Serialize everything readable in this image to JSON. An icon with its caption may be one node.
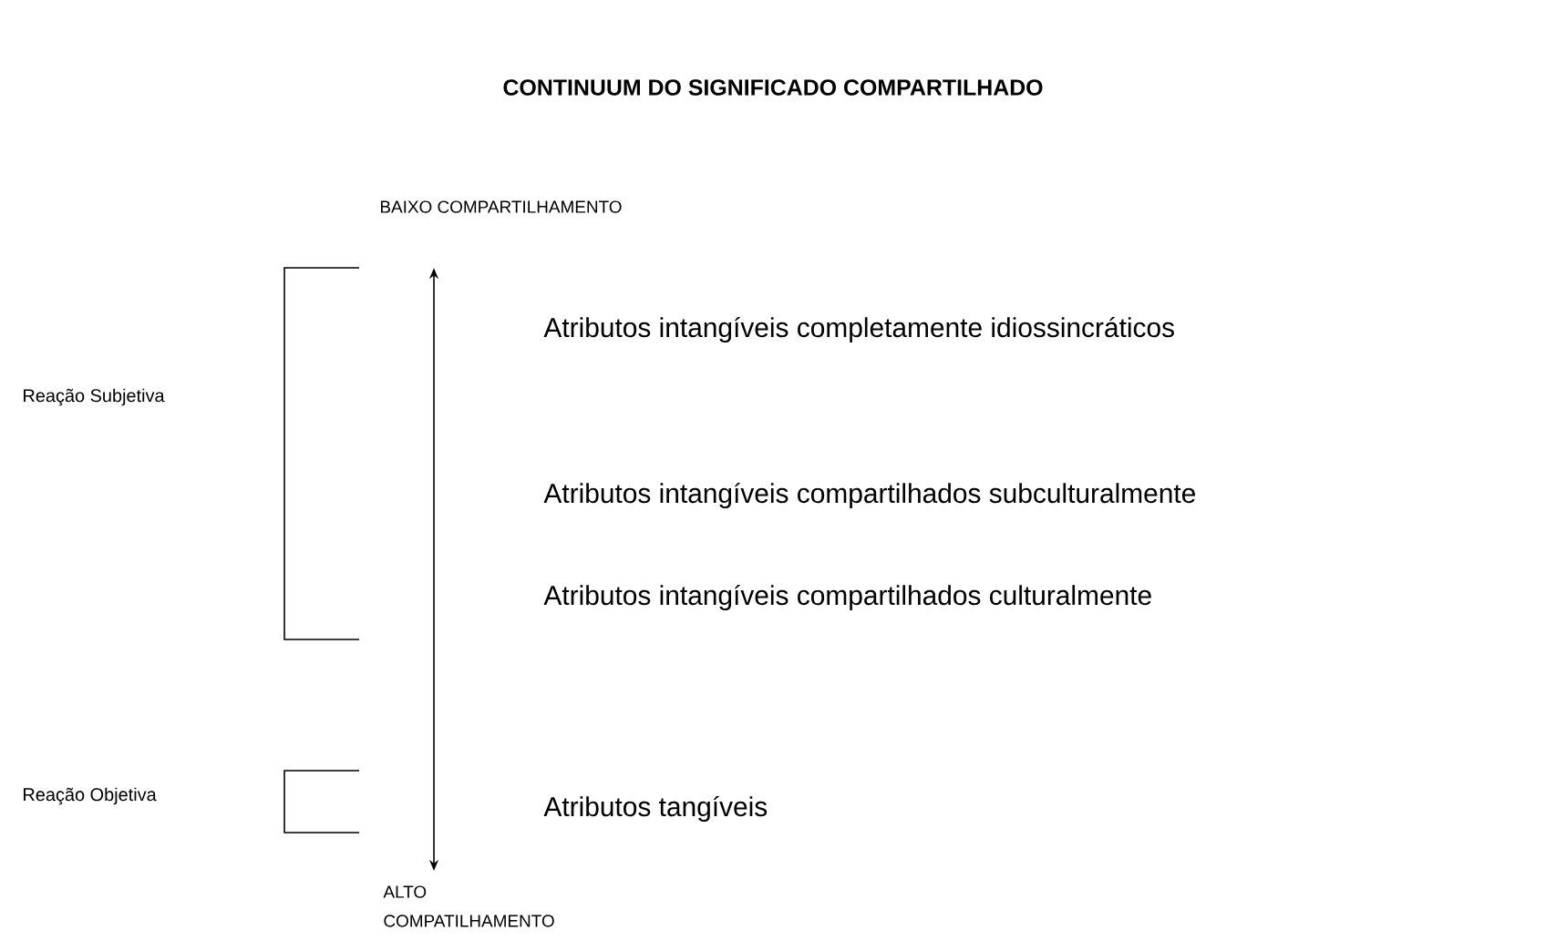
{
  "diagram": {
    "title": "CONTINUUM DO SIGNIFICADO COMPARTILHADO",
    "nodes": [
      {
        "text": [
          "BAIXO COMPARTILHAMENTO"
        ]
      },
      {
        "text": [
          "ALTO COMPATILHAMENTO"
        ]
      }
    ],
    "edges": [
      {
        "from": 0,
        "to": 1,
        "arrow": "both"
      }
    ],
    "labels": [
      "Atributos intangíveis completamente idiossincráticos",
      "Reação Subjetiva",
      "Atributos intangíveis compartilhados subculturalmente",
      "Atributos intangíveis compartilhados culturalmente",
      "Reação Objetiva",
      "Atributos tangíveis"
    ]
  }
}
